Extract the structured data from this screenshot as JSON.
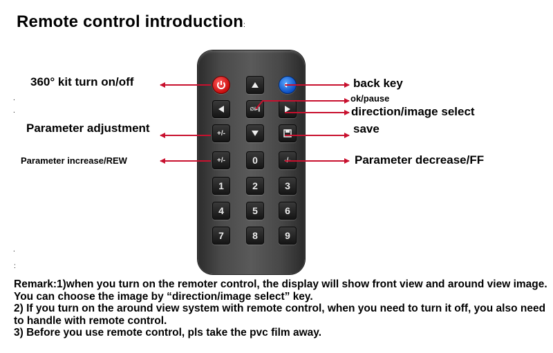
{
  "title": "Remote control introduction",
  "title_mark": ":",
  "labels": {
    "power": "360° kit turn on/off",
    "back": "back key",
    "ok": "ok/pause",
    "direction": "direction/image select",
    "param_adjust": "Parameter adjustment",
    "save": "save",
    "param_increase": "Parameter increase/REW",
    "param_decrease": "Parameter decrease/FF"
  },
  "buttons": {
    "mute": "∅/▸∥",
    "plus": "+/-",
    "plus_adj": "+/-",
    "minus": "-/-",
    "zero": "0",
    "d1": "1",
    "d2": "2",
    "d3": "3",
    "d4": "4",
    "d5": "5",
    "d6": "6",
    "d7": "7",
    "d8": "8",
    "d9": "9"
  },
  "stray_marks": [
    ".",
    ".",
    ".",
    ":"
  ],
  "remarks": [
    "Remark:1)when you turn on the remoter control, the display will show front view and around view image. You can choose the image by “direction/image select” key.",
    "2) If you turn on the around view system with remote control, when you need to turn it off, you also need to handle with remote control.",
    "3) Before you use remote control, pls take the pvc film away."
  ],
  "colors": {
    "arrow": "#c8102e",
    "power_button": "#d41414",
    "back_button": "#1060d8",
    "remote_body": "#4a4a4a"
  }
}
